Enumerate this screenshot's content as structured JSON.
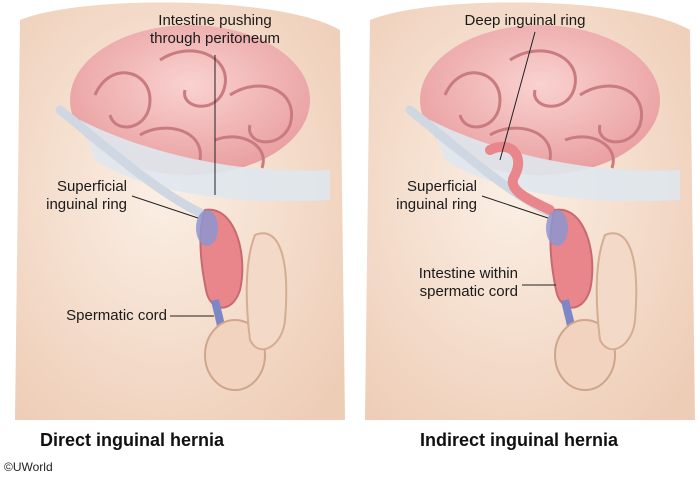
{
  "panels": [
    {
      "caption": "Direct inguinal hernia",
      "labels": {
        "top_line1": "Intestine pushing",
        "top_line2": "through peritoneum",
        "ring_line1": "Superficial",
        "ring_line2": "inguinal ring",
        "cord": "Spermatic cord"
      }
    },
    {
      "caption": "Indirect inguinal hernia",
      "labels": {
        "top": "Deep inguinal ring",
        "ring_line1": "Superficial",
        "ring_line2": "inguinal ring",
        "within_line1": "Intestine within",
        "within_line2": "spermatic cord"
      }
    }
  ],
  "copyright": "©UWorld",
  "colors": {
    "skin": "#f4dcc9",
    "intestine": "#f2b3b3",
    "hernia": "#e9868c",
    "peritoneum": "#dfe7ee",
    "vessel": "#7f86c6"
  }
}
